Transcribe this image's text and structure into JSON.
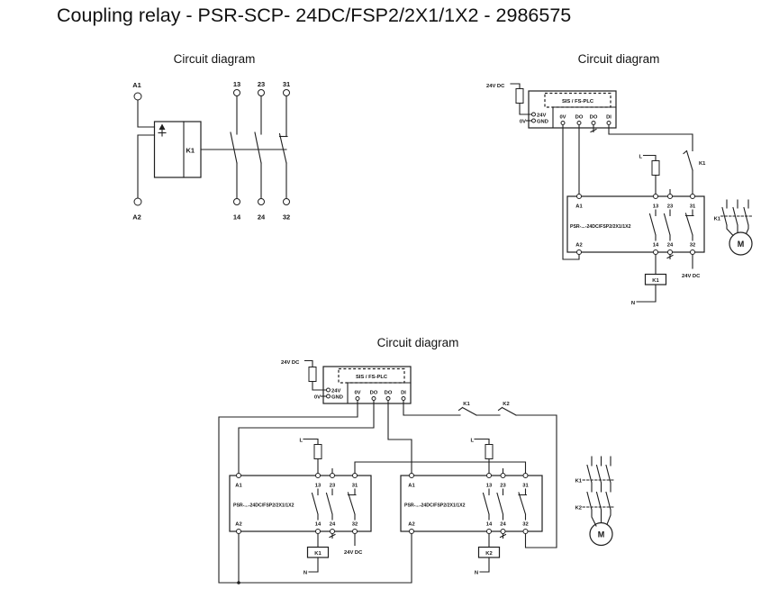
{
  "page": {
    "title": "Coupling relay - PSR-SCP- 24DC/FSP2/2X1/1X2 - 2986575"
  },
  "diagram1": {
    "heading": "Circuit diagram",
    "labels": {
      "a1": "A1",
      "a2": "A2",
      "k1": "K1",
      "t13": "13",
      "t23": "23",
      "t31": "31",
      "t14": "14",
      "t24": "24",
      "t32": "32"
    }
  },
  "diagram2": {
    "heading": "Circuit diagram",
    "plc": {
      "supply": "24V DC",
      "zero_v": "0V",
      "title": "SIS / FS-PLC",
      "t24v": "24V",
      "tgnd": "GND",
      "t0v": "0V",
      "tdo1": "DO",
      "tdo2": "DO",
      "tdi": "DI"
    },
    "line": "L",
    "aux_k1": "K1",
    "relay": {
      "name": "PSR-...-24DC/FSP2/2X1/1X2",
      "a1": "A1",
      "a2": "A2",
      "t13": "13",
      "t23": "23",
      "t31": "31",
      "t14": "14",
      "t24": "24",
      "t32": "32"
    },
    "coil": "K1",
    "coil_supply": "24V DC",
    "neutral": "N",
    "contactor": "K1",
    "motor": "M"
  },
  "diagram3": {
    "heading": "Circuit diagram",
    "plc": {
      "supply": "24V DC",
      "zero_v": "0V",
      "title": "SIS / FS-PLC",
      "t24v": "24V",
      "tgnd": "GND",
      "t0v": "0V",
      "tdo1": "DO",
      "tdo2": "DO",
      "tdi": "DI"
    },
    "aux_k1": "K1",
    "aux_k2": "K2",
    "relay1": {
      "line": "L",
      "name": "PSR-...-24DC/FSP2/2X1/1X2",
      "a1": "A1",
      "a2": "A2",
      "t13": "13",
      "t23": "23",
      "t31": "31",
      "t14": "14",
      "t24": "24",
      "t32": "32",
      "coil": "K1",
      "supply": "24V DC",
      "neutral": "N"
    },
    "relay2": {
      "line": "L",
      "name": "PSR-...-24DC/FSP2/2X1/1X2",
      "a1": "A1",
      "a2": "A2",
      "t13": "13",
      "t23": "23",
      "t31": "31",
      "t14": "14",
      "t24": "24",
      "t32": "32",
      "coil": "K2",
      "neutral": "N"
    },
    "contactor_k1": "K1",
    "contactor_k2": "K2",
    "motor": "M"
  }
}
